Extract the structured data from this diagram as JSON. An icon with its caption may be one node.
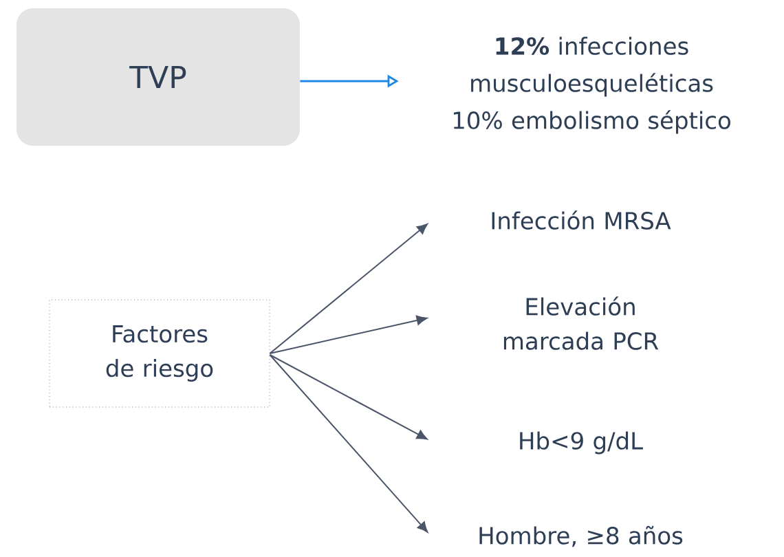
{
  "diagram": {
    "nodes": [
      {
        "text": [
          "TVP"
        ]
      },
      {
        "text": [
          "**12%** infecciones musculoesqueléticas",
          "10% embolismo séptico"
        ]
      },
      {
        "text": [
          "Factores de riesgo"
        ]
      },
      {
        "text": [
          "Infección MRSA"
        ]
      },
      {
        "text": [
          "Elevación marcada PCR"
        ]
      },
      {
        "text": [
          "Hb<9 g/dL"
        ]
      },
      {
        "text": [
          "Hombre, ≥8 años"
        ]
      }
    ],
    "edges": [
      {
        "from": 0,
        "to": 1,
        "arrow": "to",
        "color": "#1e88e5"
      },
      {
        "from": 2,
        "to": 3,
        "arrow": "to"
      },
      {
        "from": 2,
        "to": 4,
        "arrow": "to"
      },
      {
        "from": 2,
        "to": 5,
        "arrow": "to"
      },
      {
        "from": 2,
        "to": 6,
        "arrow": "to"
      }
    ]
  }
}
